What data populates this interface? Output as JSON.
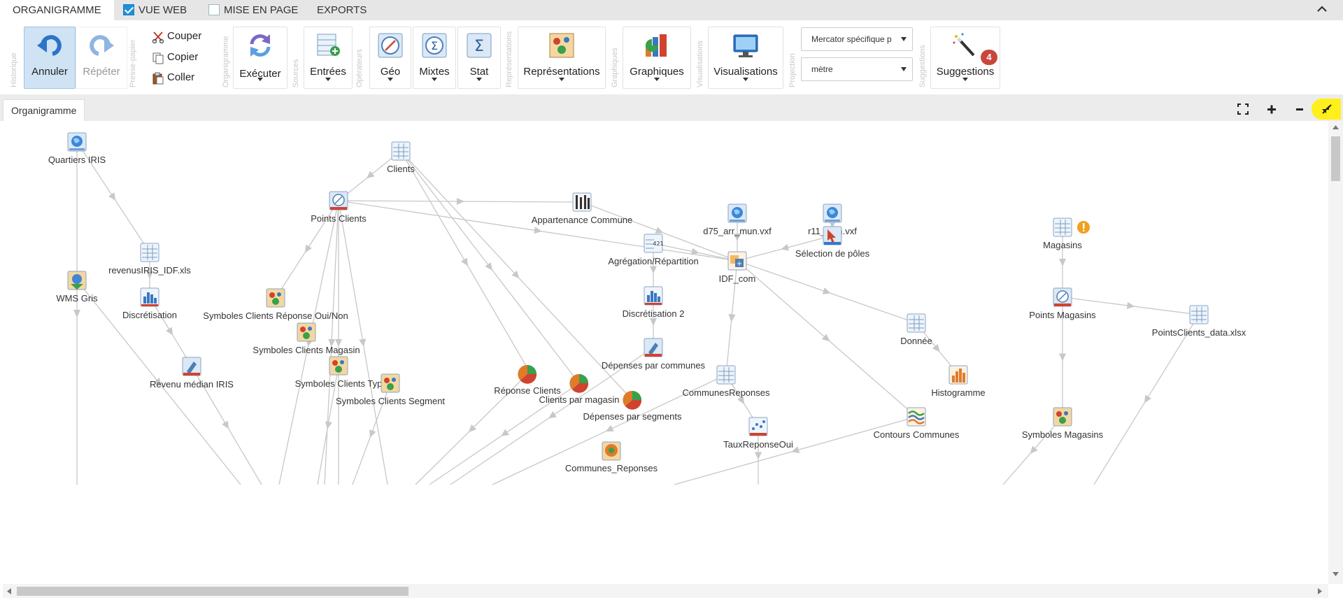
{
  "tabs": [
    {
      "label": "ORGANIGRAMME",
      "active": true
    },
    {
      "label": "VUE WEB",
      "checked": true
    },
    {
      "label": "MISE EN PAGE",
      "checked": false
    },
    {
      "label": "EXPORTS"
    }
  ],
  "ribbon": {
    "groups": [
      "Historique",
      "Presse-papier",
      "Organigramme",
      "Sources",
      "Opérateurs",
      "Représentations",
      "Graphiques",
      "Visualisations",
      "Projection",
      "Suggestions"
    ],
    "undo_label": "Annuler",
    "redo_label": "Répéter",
    "cut_label": "Couper",
    "copy_label": "Copier",
    "paste_label": "Coller",
    "execute_label": "Exécuter",
    "inputs_label": "Entrées",
    "geo_label": "Géo",
    "mixed_label": "Mixtes",
    "stat_label": "Stat",
    "representations_label": "Représentations",
    "charts_label": "Graphiques",
    "visualisations_label": "Visualisations",
    "projection_value": "Mercator spécifique p",
    "unit_value": "mètre",
    "suggestions_label": "Suggestions",
    "suggestions_count": "4"
  },
  "doc_tab": "Organigramme",
  "nodes": {
    "quartiers": "Quartiers IRIS",
    "clients": "Clients",
    "points_clients": "Points Clients",
    "appartenance": "Appartenance Commune",
    "d75": "d75_arr_mun.vxf",
    "r11": "r11_com.vxf",
    "revenus": "revenusIRIS_IDF.xls",
    "wms": "WMS Gris",
    "discretisation": "Discrétisation",
    "sym_oui_non": "Symboles Clients Réponse Oui/Non",
    "sym_magasin": "Symboles Clients Magasin",
    "revenu_median": "Revenu médian IRIS",
    "sym_typ": "Symboles Clients Typ",
    "sym_segment": "Symboles Clients Segment",
    "agregation": "Agrégation/Répartition",
    "selection": "Sélection de pôles",
    "idf_com": "IDF_com",
    "magasins": "Magasins",
    "discretisation2": "Discrétisation 2",
    "points_magasins": "Points Magasins",
    "pointsclients_data": "PointsClients_data.xlsx",
    "donnee": "Donnée",
    "depenses_communes": "Dépenses par communes",
    "reponse_clients": "Réponse Clients",
    "clients_magasin": "Clients par magasin",
    "depenses_segments": "Dépenses par segments",
    "communes_reponses": "CommunesReponses",
    "histogramme": "Histogramme",
    "taux": "TauxReponseOui",
    "contours": "Contours Communes",
    "sym_magasins": "Symboles Magasins",
    "communes_reponses2": "Communes_Reponses"
  },
  "icons": {
    "world": "globe-icon",
    "table": "table-icon",
    "points": "points-layer-icon",
    "symbols": "symbols-icon",
    "histogram": "histogram-icon",
    "pie": "pie-chart-icon",
    "warning": "warning-icon"
  },
  "colors": {
    "accent": "#1e90d8",
    "badge": "#c9463d",
    "highlight": "#ffef1a",
    "edge": "#c8c8c8"
  }
}
